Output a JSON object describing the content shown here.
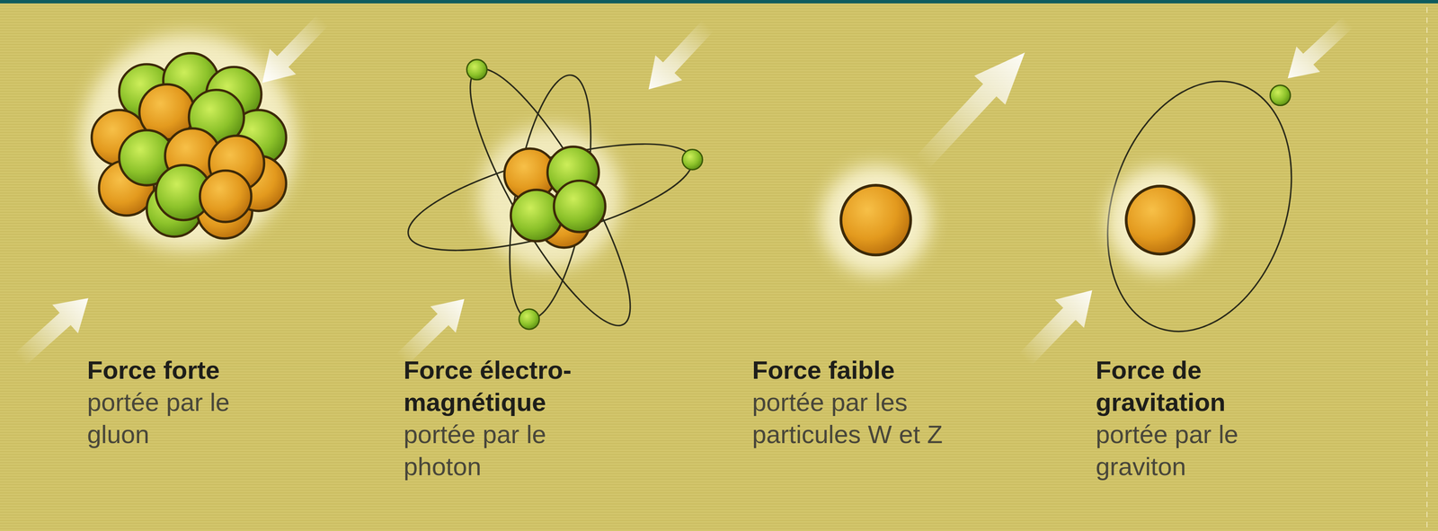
{
  "diagram": {
    "labels": [
      "Force forte",
      "portée par le gluon",
      "Force électro-magnétique",
      "portée par le photon",
      "Force faible",
      "portée par les particules W et Z",
      "Force de gravitation",
      "portée par le graviton"
    ]
  }
}
